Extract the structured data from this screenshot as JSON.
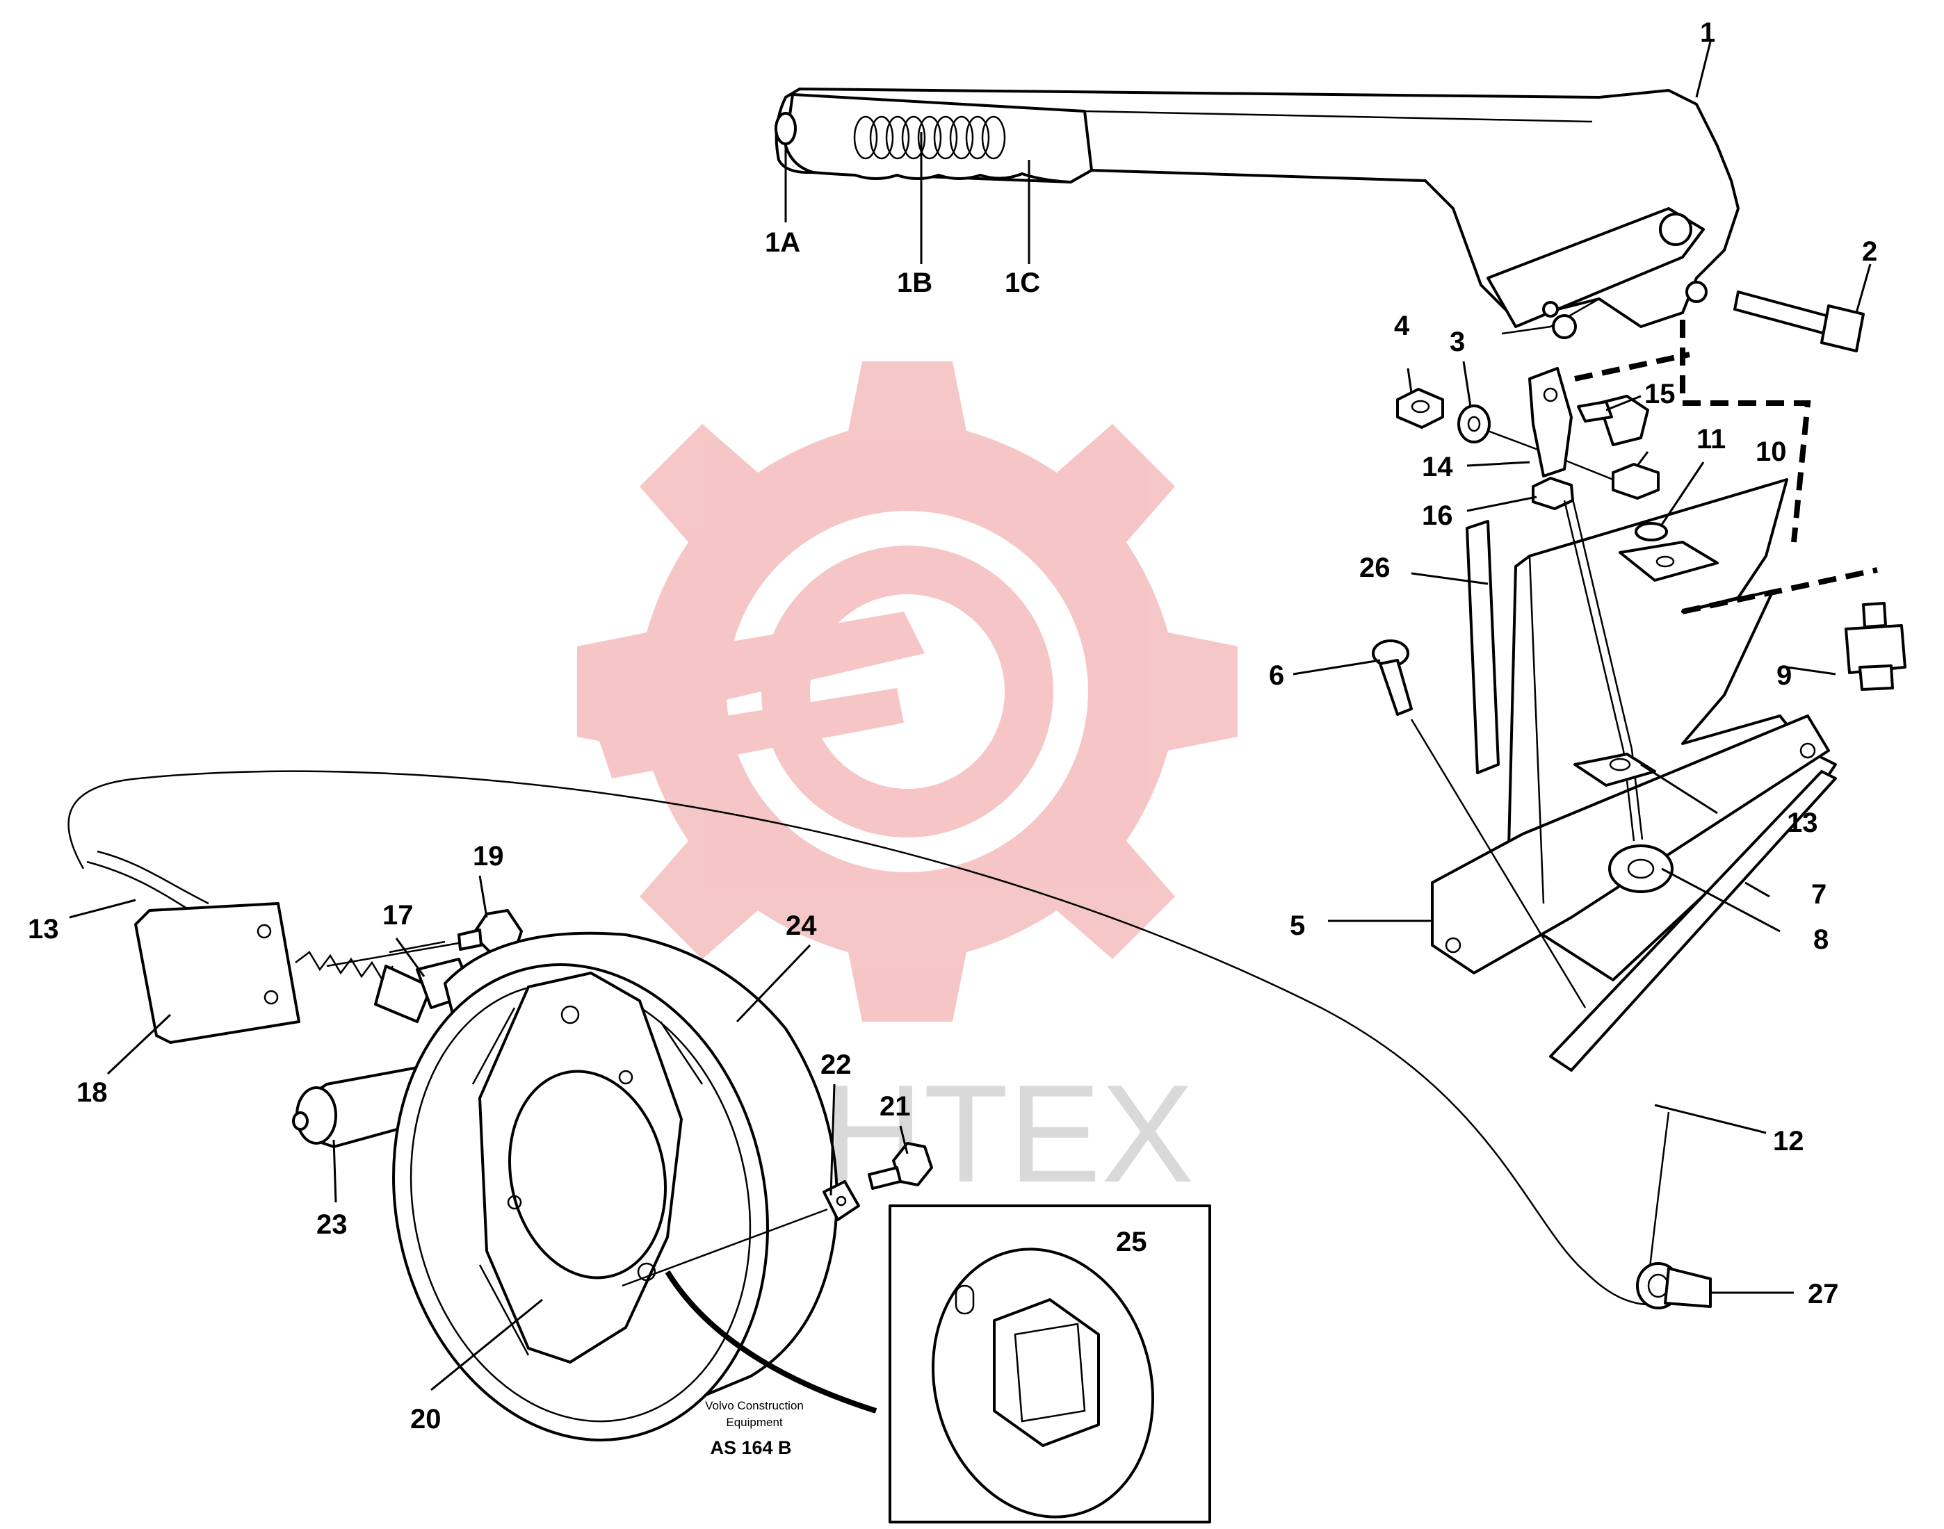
{
  "callouts": {
    "c1": "1",
    "c1A": "1A",
    "c1B": "1B",
    "c1C": "1C",
    "c2": "2",
    "c3": "3",
    "c4": "4",
    "c5": "5",
    "c6": "6",
    "c7": "7",
    "c8": "8",
    "c9": "9",
    "c10": "10",
    "c11": "11",
    "c12": "12",
    "c13a": "13",
    "c13b": "13",
    "c14": "14",
    "c15": "15",
    "c16": "16",
    "c17": "17",
    "c18": "18",
    "c19": "19",
    "c20": "20",
    "c21": "21",
    "c22": "22",
    "c23": "23",
    "c24": "24",
    "c25": "25",
    "c26": "26",
    "c27": "27"
  },
  "caption": {
    "line1": "Volvo Construction",
    "line2": "Equipment",
    "code": "AS 164 B"
  },
  "watermark": {
    "text": "ИНТЕХ",
    "gear_color": "#f6c4c4",
    "text_color": "#d8d8d8"
  }
}
